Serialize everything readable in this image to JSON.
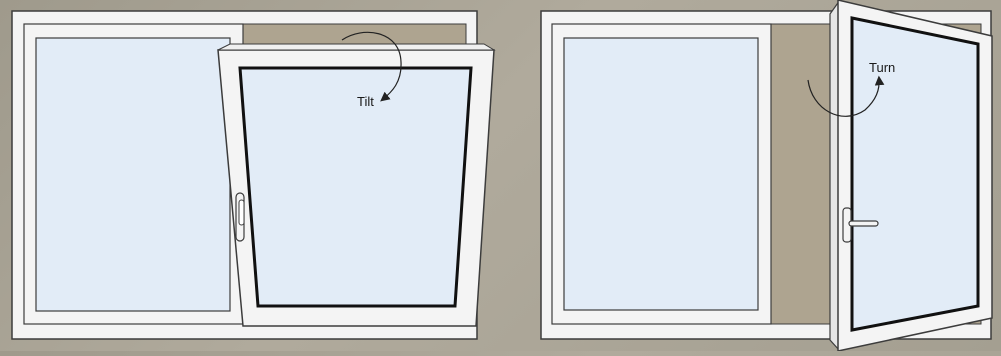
{
  "colors": {
    "background": "#a8a294",
    "frame_fill": "#f4f4f4",
    "frame_stroke": "#3c3c3c",
    "glass": "#e2ecf7",
    "reveal": "#aea490",
    "sash_seal": "#111111"
  },
  "panels": [
    {
      "id": "tilt",
      "caption": "Tilt",
      "motion_arrow": "curved-arrow-icon",
      "handle_icon": "window-handle-icon"
    },
    {
      "id": "turn",
      "caption": "Turn",
      "motion_arrow": "curved-arrow-icon",
      "handle_icon": "window-handle-icon"
    }
  ]
}
